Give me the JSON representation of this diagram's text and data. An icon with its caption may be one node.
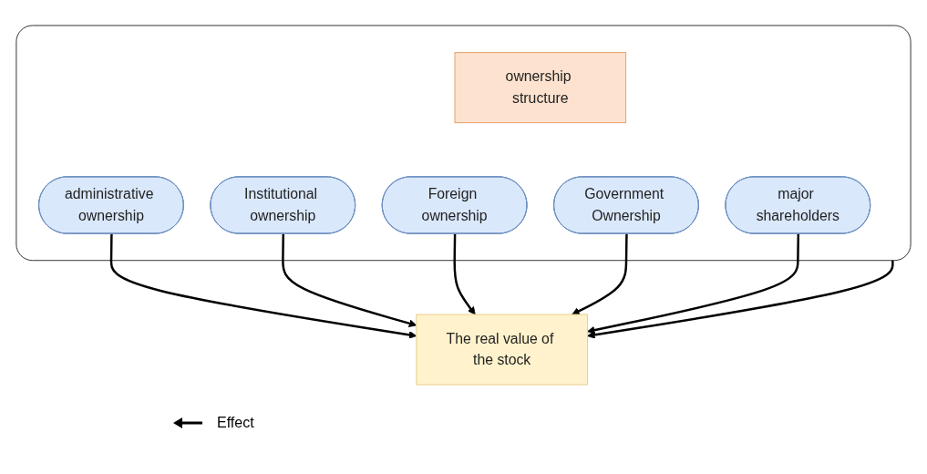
{
  "diagram": {
    "nodes": [
      {
        "text": [],
        "shape": "box"
      },
      {
        "text": [
          "ownership structure"
        ],
        "in": 0
      },
      {
        "text": [
          "administrative ownership"
        ],
        "in": 0
      },
      {
        "text": [
          "Institutional ownership"
        ],
        "in": 0
      },
      {
        "text": [
          "Foreign ownership"
        ],
        "in": 0
      },
      {
        "text": [
          "Government Ownership"
        ],
        "in": 0
      },
      {
        "text": [
          "major shareholders"
        ],
        "in": 0
      },
      {
        "text": [
          "The real value of the stock"
        ]
      }
    ],
    "edges": [
      {
        "from": 0,
        "to": 7,
        "arrow": "to"
      },
      {
        "from": 2,
        "to": 7,
        "arrow": "to"
      },
      {
        "from": 3,
        "to": 7,
        "arrow": "to"
      },
      {
        "from": 4,
        "to": 7,
        "arrow": "to"
      },
      {
        "from": 5,
        "to": 7,
        "arrow": "to"
      },
      {
        "from": 6,
        "to": 7,
        "arrow": "to"
      }
    ],
    "legend": [
      {
        "text": "Effect"
      }
    ]
  }
}
